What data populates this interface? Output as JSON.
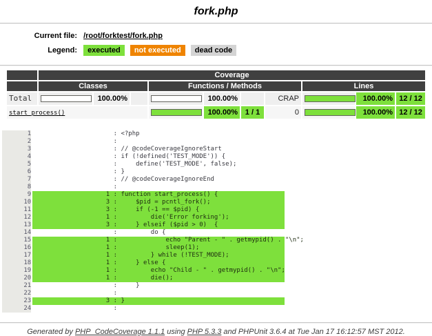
{
  "page": {
    "title": "fork.php"
  },
  "info": {
    "current_file_label": "Current file:",
    "current_file": "/root/forktest/fork.php",
    "legend_label": "Legend:",
    "legend": {
      "executed": "executed",
      "not_executed": "not executed",
      "dead_code": "dead code"
    }
  },
  "colors": {
    "executed_green": "#7ee03c",
    "not_executed_orange": "#ef8400",
    "dead_code_gray": "#d4d4d4",
    "header_dark": "#404040"
  },
  "coverage_table": {
    "title": "Coverage",
    "groups": {
      "classes": "Classes",
      "functions": "Functions / Methods",
      "lines": "Lines"
    },
    "rows": {
      "total": {
        "name": "Total",
        "classes": {
          "bar": 0,
          "percent": "100.00%",
          "num": ""
        },
        "functions": {
          "bar": 0,
          "percent": "100.00%",
          "num": "",
          "crap": "CRAP"
        },
        "lines": {
          "bar": 100,
          "percent": "100.00%",
          "num": "12 / 12"
        }
      },
      "method": {
        "name": "start_process()",
        "functions": {
          "bar": 100,
          "percent": "100.00%",
          "num": "1 / 1",
          "crap": "0"
        },
        "lines": {
          "bar": 100,
          "percent": "100.00%",
          "num": "12 / 12"
        }
      }
    }
  },
  "code": {
    "lines": [
      {
        "num": 1,
        "count": "",
        "covered": false,
        "code": "<?php"
      },
      {
        "num": 2,
        "count": "",
        "covered": false,
        "code": ""
      },
      {
        "num": 3,
        "count": "",
        "covered": false,
        "code": "// @codeCoverageIgnoreStart"
      },
      {
        "num": 4,
        "count": "",
        "covered": false,
        "code": "if (!defined('TEST_MODE')) {"
      },
      {
        "num": 5,
        "count": "",
        "covered": false,
        "code": "    define('TEST_MODE', false);"
      },
      {
        "num": 6,
        "count": "",
        "covered": false,
        "code": "}"
      },
      {
        "num": 7,
        "count": "",
        "covered": false,
        "code": "// @codeCoverageIgnoreEnd"
      },
      {
        "num": 8,
        "count": "",
        "covered": false,
        "code": ""
      },
      {
        "num": 9,
        "count": "1",
        "covered": true,
        "code": "function start_process() {"
      },
      {
        "num": 10,
        "count": "3",
        "covered": true,
        "code": "    $pid = pcntl_fork();"
      },
      {
        "num": 11,
        "count": "3",
        "covered": true,
        "code": "    if (-1 == $pid) {"
      },
      {
        "num": 12,
        "count": "1",
        "covered": true,
        "code": "        die('Error forking');"
      },
      {
        "num": 13,
        "count": "3",
        "covered": true,
        "code": "    } elseif ($pid > 0)  {"
      },
      {
        "num": 14,
        "count": "",
        "covered": false,
        "code": "        do {"
      },
      {
        "num": 15,
        "count": "1",
        "covered": true,
        "code": "            echo \"Parent - \" . getmypid() . \"\\n\";"
      },
      {
        "num": 16,
        "count": "1",
        "covered": true,
        "code": "            sleep(1);"
      },
      {
        "num": 17,
        "count": "1",
        "covered": true,
        "code": "        } while (!TEST_MODE);"
      },
      {
        "num": 18,
        "count": "1",
        "covered": true,
        "code": "    } else {"
      },
      {
        "num": 19,
        "count": "1",
        "covered": true,
        "code": "        echo \"Child - \" . getmypid() . \"\\n\";"
      },
      {
        "num": 20,
        "count": "1",
        "covered": true,
        "code": "        die();"
      },
      {
        "num": 21,
        "count": "",
        "covered": false,
        "code": "    }"
      },
      {
        "num": 22,
        "count": "",
        "covered": false,
        "code": ""
      },
      {
        "num": 23,
        "count": "3",
        "covered": true,
        "code": "}"
      },
      {
        "num": 24,
        "count": "",
        "covered": false,
        "code": ""
      }
    ]
  },
  "footer": {
    "prefix": "Generated by ",
    "tool_link": "PHP_CodeCoverage 1.1.1",
    "middle": " using ",
    "php_link": "PHP 5.3.3",
    "suffix": " and PHPUnit 3.6.4 at Tue Jan 17 16:12:57 MST 2012."
  }
}
